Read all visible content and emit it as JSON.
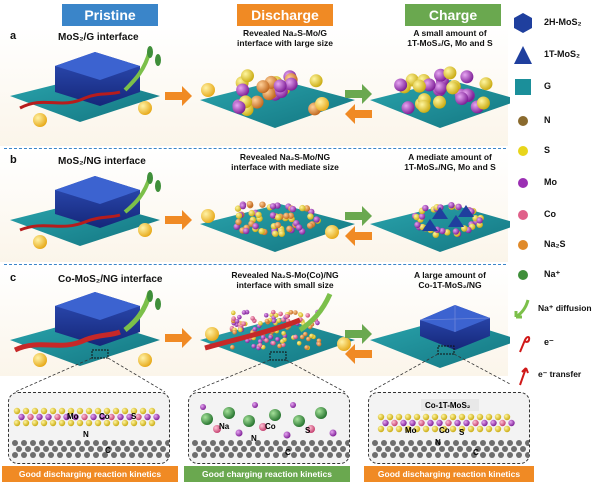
{
  "headers": {
    "pristine": "Pristine",
    "discharge": "Discharge",
    "charge": "Charge",
    "pristine_color": "#3a85c9",
    "discharge_color": "#f08a24",
    "charge_color": "#6aa84f"
  },
  "rows": [
    {
      "letter": "a",
      "pristine_label": "MoS₂/G interface",
      "discharge_caption": [
        "Revealed Na₂S-Mo/G",
        "interface with large size"
      ],
      "charge_caption": [
        "A small amount of",
        "1T-MoS₂/G, Mo and S"
      ]
    },
    {
      "letter": "b",
      "pristine_label": "MoS₂/NG interface",
      "discharge_caption": [
        "Revealed Na₂S-Mo/NG",
        "interface with mediate size"
      ],
      "charge_caption": [
        "A mediate amount of",
        "1T-MoS₂/NG, Mo and S"
      ]
    },
    {
      "letter": "c",
      "pristine_label": "Co-MoS₂/NG interface",
      "discharge_caption": [
        "Revealed Na₂S-Mo(Co)/NG",
        "interface with small size"
      ],
      "charge_caption": [
        "A large amount of",
        "Co-1T-MoS₂/NG"
      ]
    }
  ],
  "zoom_labels": {
    "mo": "Mo",
    "co": "Co",
    "s": "S",
    "n": "N",
    "c": "C",
    "na": "Na",
    "co1t": "Co-1T-MoS₂"
  },
  "banners": {
    "left": "Good discharging reaction kinetics",
    "middle": "Good charging reaction kinetics",
    "right": "Good discharging reaction kinetics"
  },
  "legend": [
    {
      "label": "2H-MoS₂",
      "icon": "hexagon-icon",
      "color": "#1f3f9e"
    },
    {
      "label": "1T-MoS₂",
      "icon": "triangle-icon",
      "color": "#1f3f9e"
    },
    {
      "label": "G",
      "icon": "sheet-icon",
      "color": "#1b8f9a"
    },
    {
      "label": "N",
      "icon": "sphere-icon",
      "color": "#8a6a2e"
    },
    {
      "label": "S",
      "icon": "sphere-icon",
      "color": "#e8d51b"
    },
    {
      "label": "Mo",
      "icon": "sphere-icon",
      "color": "#9b2fb3"
    },
    {
      "label": "Co",
      "icon": "sphere-icon",
      "color": "#e0608a"
    },
    {
      "label": "Na₂S",
      "icon": "sphere-icon",
      "color": "#e08a2a"
    },
    {
      "label": "Na⁺",
      "icon": "sphere-icon",
      "color": "#3f8f3a"
    },
    {
      "label": "Na⁺ diffusion",
      "icon": "curved-arrow-icon",
      "color": "#7cc04a"
    },
    {
      "label": "e⁻",
      "icon": "electron-icon",
      "color": "#d01818"
    },
    {
      "label": "e⁻ transfer",
      "icon": "red-arrow-icon",
      "color": "#d01818"
    }
  ]
}
